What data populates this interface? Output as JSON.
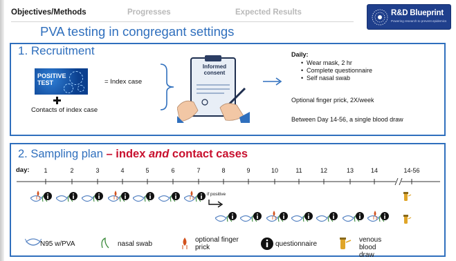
{
  "tabs": [
    {
      "label": "Objectives/Methods",
      "state": "active"
    },
    {
      "label": "Progresses",
      "state": "inactive"
    },
    {
      "label": "Expected Results",
      "state": "inactive"
    }
  ],
  "logo": {
    "title": "R&D Blueprint",
    "subtitle": "Powering research to prevent epidemics"
  },
  "title": "PVA testing in congregant settings",
  "recruitment": {
    "heading": "1. Recruitment",
    "positive_test": "POSITIVE TEST",
    "index_case": "= Index case",
    "contacts": "Contacts of index case",
    "consent_label": "Informed consent",
    "daily_title": "Daily:",
    "daily_items": [
      "Wear mask, 2 hr",
      "Complete questionnaire",
      "Self nasal swab"
    ],
    "optional_note": "Optional finger prick, 2X/week",
    "blood_note": "Between Day 14-56, a single blood draw"
  },
  "sampling": {
    "heading_prefix": "2. Sampling plan",
    "heading_dash": "– index",
    "heading_and": "and",
    "heading_suffix": "contact cases",
    "day_label": "day:",
    "days": [
      "1",
      "2",
      "3",
      "4",
      "5",
      "6",
      "7",
      "8",
      "9",
      "10",
      "11",
      "12",
      "13",
      "14",
      "14-56"
    ],
    "if_positive": "if positive"
  },
  "legend": [
    {
      "icon": "n95-mask-icon",
      "label": "N95 w/PVA"
    },
    {
      "icon": "nasal-swab-icon",
      "label": "nasal swab"
    },
    {
      "icon": "finger-prick-icon",
      "label": "optional finger prick"
    },
    {
      "icon": "questionnaire-icon",
      "label": "questionnaire"
    },
    {
      "icon": "blood-draw-icon",
      "label": "venous blood draw"
    }
  ],
  "colors": {
    "accent_blue": "#2f6fbd",
    "accent_red": "#c8102e",
    "logo_navy": "#1f3f8c",
    "blood_gold": "#e0a528"
  }
}
